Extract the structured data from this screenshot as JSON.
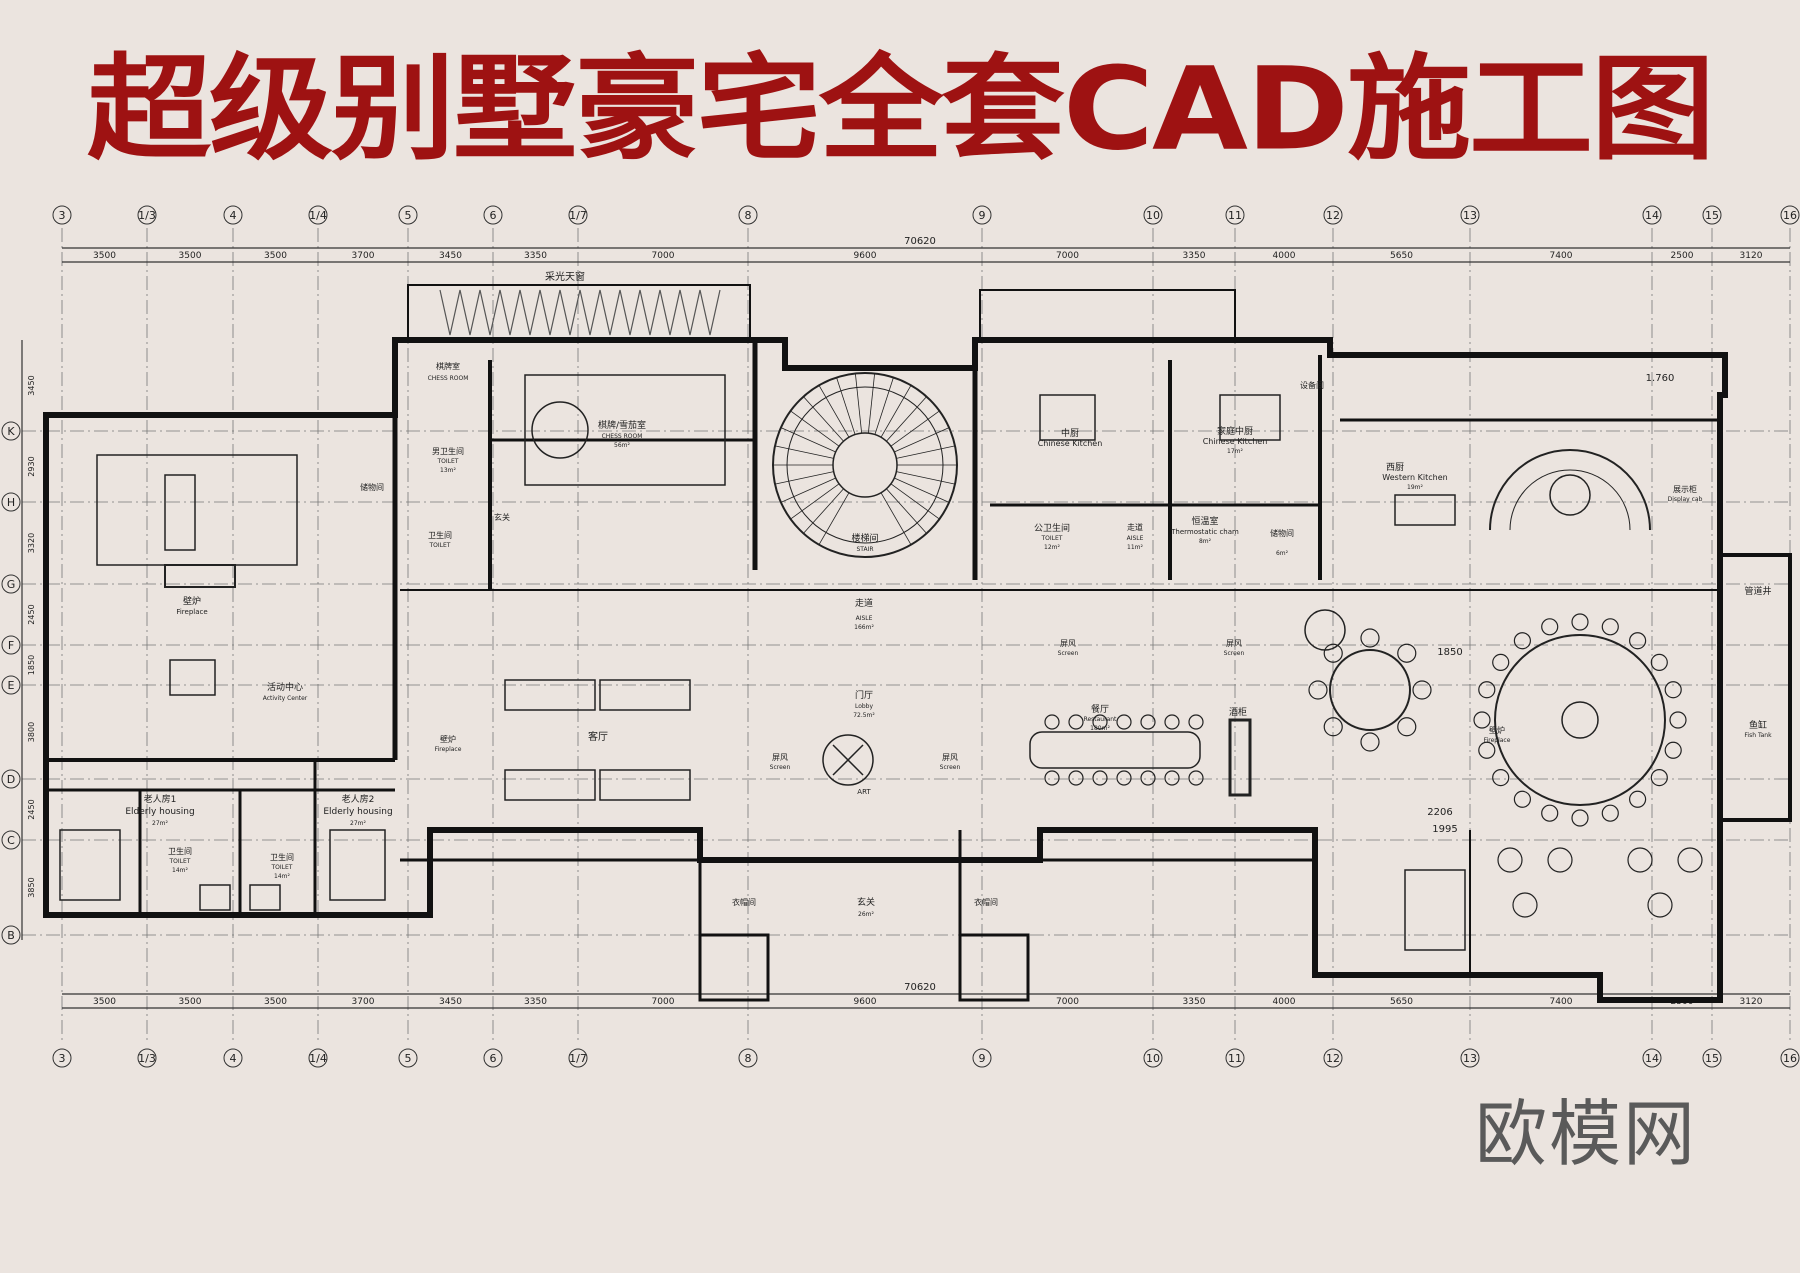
{
  "title": "超级别墅豪宅全套CAD施工图",
  "brand": "欧模网",
  "axes": {
    "columns": [
      "3",
      "1/3",
      "4",
      "1/4",
      "5",
      "6",
      "1/7",
      "8",
      "9",
      "10",
      "11",
      "12",
      "13",
      "14",
      "15",
      "16"
    ],
    "rows": [
      "K",
      "H",
      "G",
      "F",
      "E",
      "D",
      "C",
      "B"
    ],
    "dimensions": [
      "3500",
      "3500",
      "3500",
      "3700",
      "3450",
      "3350",
      "7000",
      "9600",
      "7000",
      "3350",
      "4000",
      "5650",
      "7400",
      "2500",
      "3120"
    ],
    "total": "70620",
    "row_dimensions": [
      "3450",
      "2930",
      "3320",
      "2450",
      "1850",
      "3800",
      "2450",
      "3850"
    ]
  },
  "rooms": {
    "skylight": "采光天窗",
    "chess_small": "棋牌室",
    "chess_small_en": "CHESS ROOM",
    "chess_room": "棋牌/雪茄室",
    "chess_room_en": "CHESS ROOM",
    "chess_room_area": "56m²",
    "mens_toilet": "男卫生间",
    "mens_toilet_en": "TOILET",
    "mens_toilet_area": "13m²",
    "storage1": "储物间",
    "toilet_small": "卫生间",
    "toilet_small_en": "TOILET",
    "foyer_small": "玄关",
    "stair": "楼梯间",
    "stair_en": "STAIR",
    "chinese_kitchen": "中厨",
    "chinese_kitchen_en": "Chinese Kitchen",
    "family_kitchen": "家庭中厨",
    "family_kitchen_en": "Chinese Kitchen",
    "family_kitchen_area": "17m²",
    "equipment": "设备间",
    "public_toilet": "公卫生间",
    "public_toilet_en": "TOILET",
    "public_toilet_area": "12m²",
    "corridor_small": "走道",
    "corridor_small_en": "AISLE",
    "corridor_small_area": "11m²",
    "thermostatic": "恒温室",
    "thermostatic_en": "Thermostatic cham",
    "thermostatic_area": "8m²",
    "storage2": "储物间",
    "storage2_area": "6m²",
    "western_kitchen": "西厨",
    "western_kitchen_en": "Western Kitchen",
    "western_kitchen_area": "19m²",
    "display": "展示柜",
    "display_en": "Display cab",
    "pipe_well": "管道井",
    "fish_tank": "鱼缸",
    "fish_tank_en": "Fish Tank",
    "fireplace": "壁炉",
    "fireplace_en": "Fireplace",
    "activity": "活动中心",
    "activity_en": "Activity Center",
    "fireplace2": "壁炉",
    "fireplace2_en": "Fireplace",
    "living": "客厅",
    "aisle": "走道",
    "aisle_en": "AISLE",
    "aisle_area": "166m²",
    "lobby": "门厅",
    "lobby_en": "Lobby",
    "lobby_area": "72.5m²",
    "art": "ART",
    "screen1": "屏风",
    "screen1_en": "Screen",
    "screen2": "屏风",
    "screen2_en": "Screen",
    "screen3": "屏风",
    "screen3_en": "Screen",
    "screen4": "屏风",
    "screen4_en": "Screen",
    "restaurant": "餐厅",
    "restaurant_en": "Restaurant",
    "restaurant_area": "180m²",
    "wine": "酒柜",
    "fireplace3": "壁炉",
    "fireplace3_en": "Fireplace",
    "elderly1": "老人房1",
    "elderly1_en": "Elderly housing",
    "elderly1_area": "27m²",
    "elderly2": "老人房2",
    "elderly2_en": "Elderly housing",
    "elderly2_area": "27m²",
    "toilet_a": "卫生间",
    "toilet_a_en": "TOILET",
    "toilet_a_area": "14m²",
    "toilet_b": "卫生间",
    "toilet_b_en": "TOILET",
    "toilet_b_area": "14m²",
    "cloak1": "衣帽间",
    "cloak2": "衣帽间",
    "entrance": "玄关",
    "entrance_area": "26m²"
  },
  "dims_misc": {
    "d1850": "1850",
    "d2206": "2206",
    "d1995": "1995",
    "d1760": "1.760"
  }
}
